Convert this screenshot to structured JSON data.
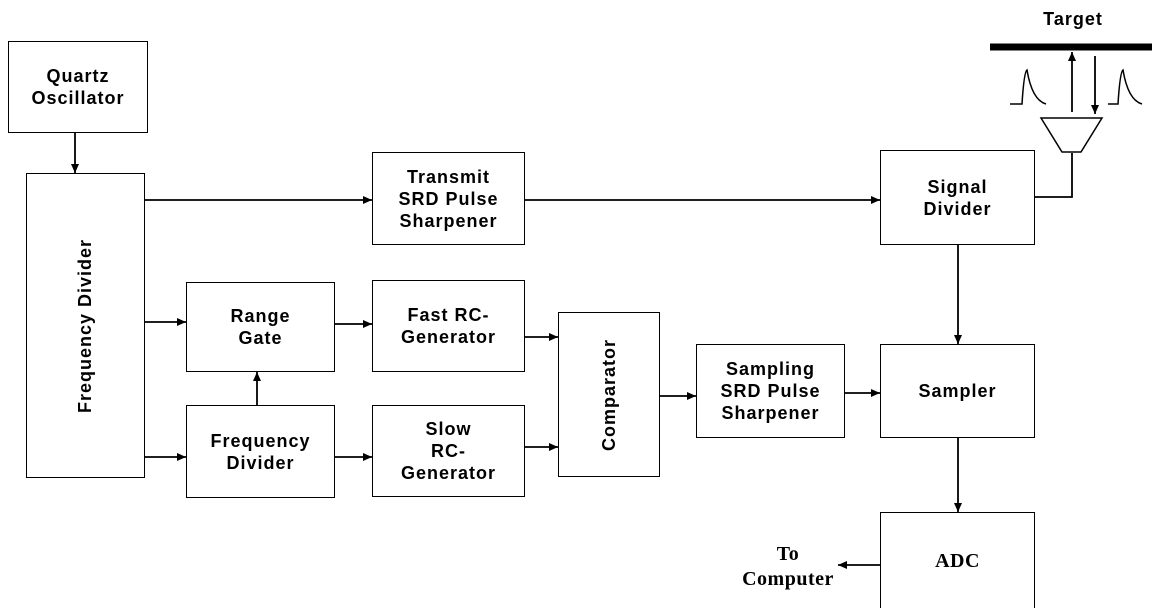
{
  "diagram": {
    "blocks": {
      "quartz_oscillator": "Quartz\nOscillator",
      "frequency_divider_main": "Frequency Divider",
      "transmit_sharpener": "Transmit\nSRD Pulse\nSharpener",
      "signal_divider": "Signal\nDivider",
      "range_gate": "Range\nGate",
      "fast_rc_generator": "Fast RC-\nGenerator",
      "frequency_divider_small": "Frequency\nDivider",
      "slow_rc_generator": "Slow\nRC-\nGenerator",
      "comparator": "Comparator",
      "sampling_sharpener": "Sampling\nSRD Pulse\nSharpener",
      "sampler": "Sampler",
      "adc": "ADC"
    },
    "labels": {
      "target": "Target",
      "to_computer": "To\nComputer"
    }
  }
}
